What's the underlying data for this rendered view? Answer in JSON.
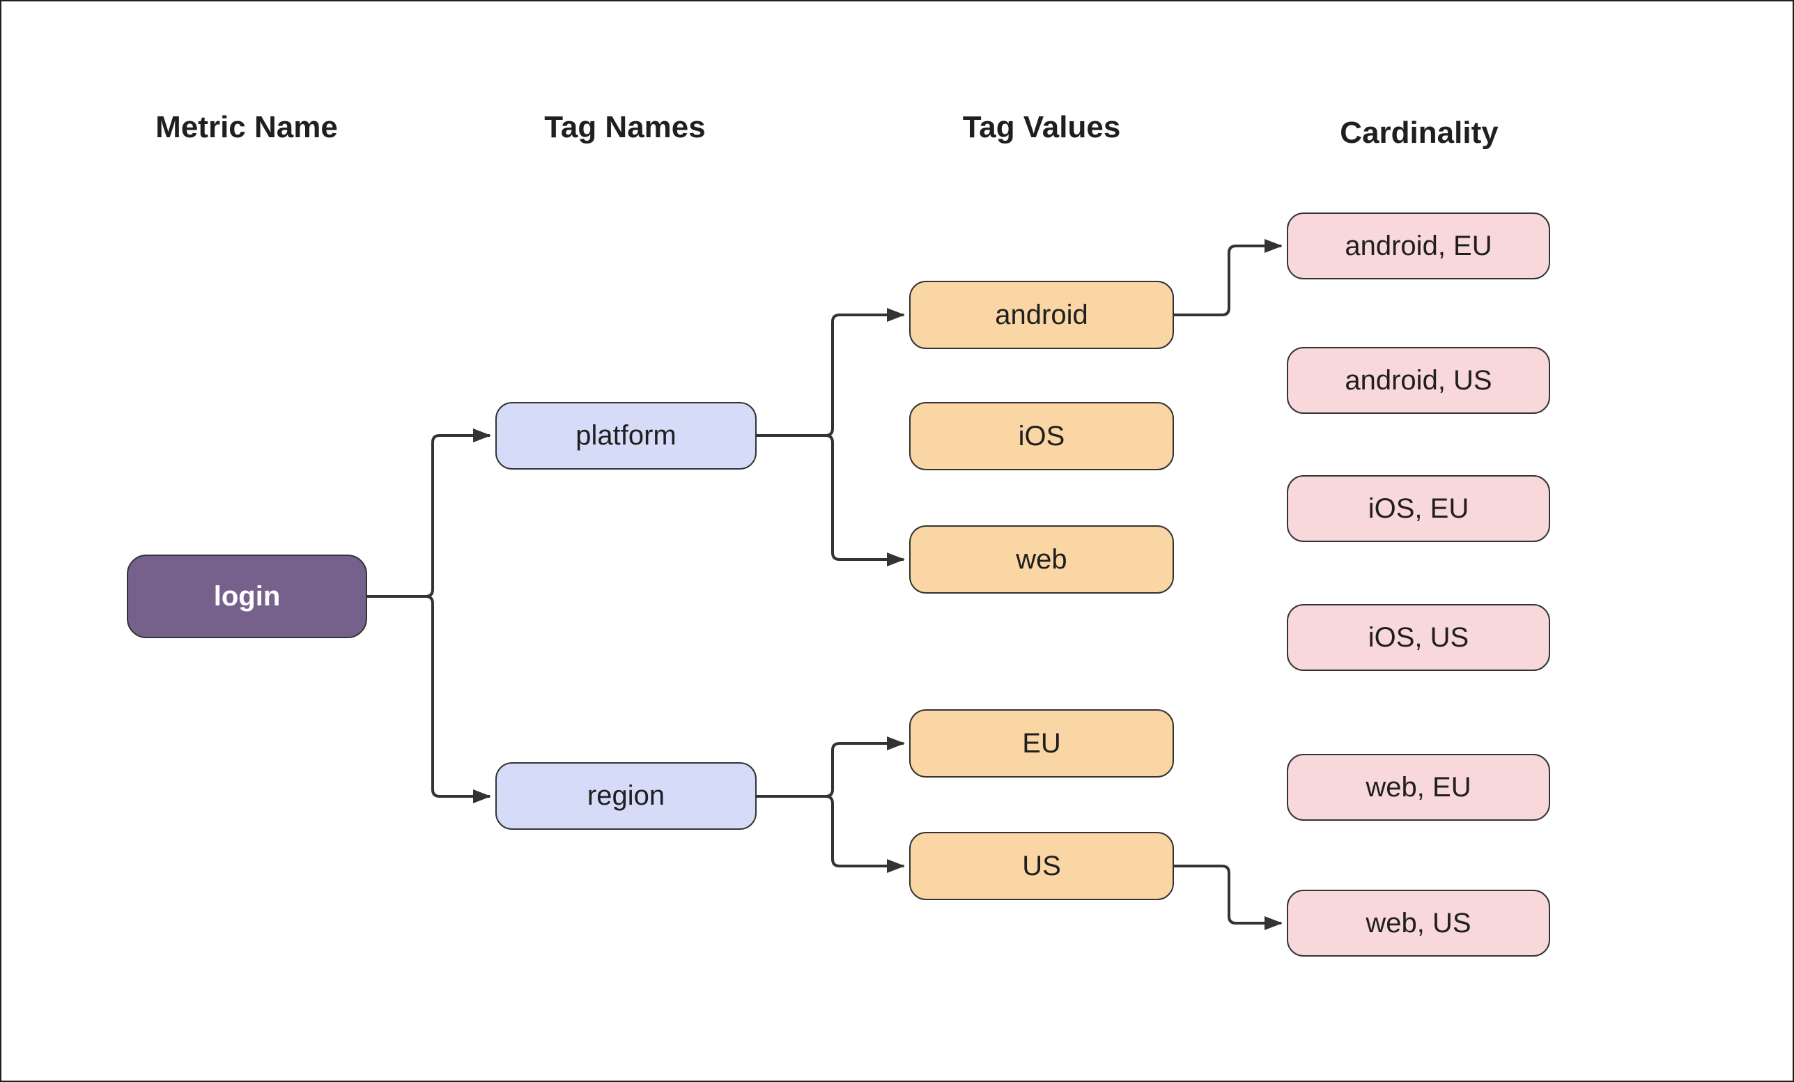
{
  "diagram": {
    "columns": [
      {
        "label": "Metric Name"
      },
      {
        "label": "Tag Names"
      },
      {
        "label": "Tag Values"
      },
      {
        "label": "Cardinality"
      }
    ],
    "nodes": [
      {
        "id": "login",
        "label": "login",
        "role": "metric"
      },
      {
        "id": "platform",
        "label": "platform",
        "role": "tag-name"
      },
      {
        "id": "region",
        "label": "region",
        "role": "tag-name"
      },
      {
        "id": "android",
        "label": "android",
        "role": "tag-value"
      },
      {
        "id": "ios",
        "label": "iOS",
        "role": "tag-value"
      },
      {
        "id": "web",
        "label": "web",
        "role": "tag-value"
      },
      {
        "id": "eu",
        "label": "EU",
        "role": "tag-value"
      },
      {
        "id": "us",
        "label": "US",
        "role": "tag-value"
      },
      {
        "id": "android-eu",
        "label": "android, EU",
        "role": "cardinality"
      },
      {
        "id": "android-us",
        "label": "android, US",
        "role": "cardinality"
      },
      {
        "id": "ios-eu",
        "label": "iOS, EU",
        "role": "cardinality"
      },
      {
        "id": "ios-us",
        "label": "iOS, US",
        "role": "cardinality"
      },
      {
        "id": "web-eu",
        "label": "web, EU",
        "role": "cardinality"
      },
      {
        "id": "web-us",
        "label": "web, US",
        "role": "cardinality"
      }
    ],
    "edges": [
      {
        "from": "login",
        "to": "platform"
      },
      {
        "from": "login",
        "to": "region"
      },
      {
        "from": "platform",
        "to": "android"
      },
      {
        "from": "platform",
        "to": "web"
      },
      {
        "from": "region",
        "to": "eu"
      },
      {
        "from": "region",
        "to": "us"
      },
      {
        "from": "android",
        "to": "android-eu"
      },
      {
        "from": "us",
        "to": "web-us"
      }
    ],
    "colors": {
      "metric_fill": "#76618C",
      "metric_text": "#FFFFFF",
      "tag_name_fill": "#D6DCF8",
      "tag_value_fill": "#F9D6A4",
      "cardinality_fill": "#F8D8DB",
      "node_border": "#333333",
      "edge_line": "#333333",
      "text": "#1F1F1F",
      "background": "#FFFFFF",
      "frame_border": "#1F1F1F"
    }
  }
}
